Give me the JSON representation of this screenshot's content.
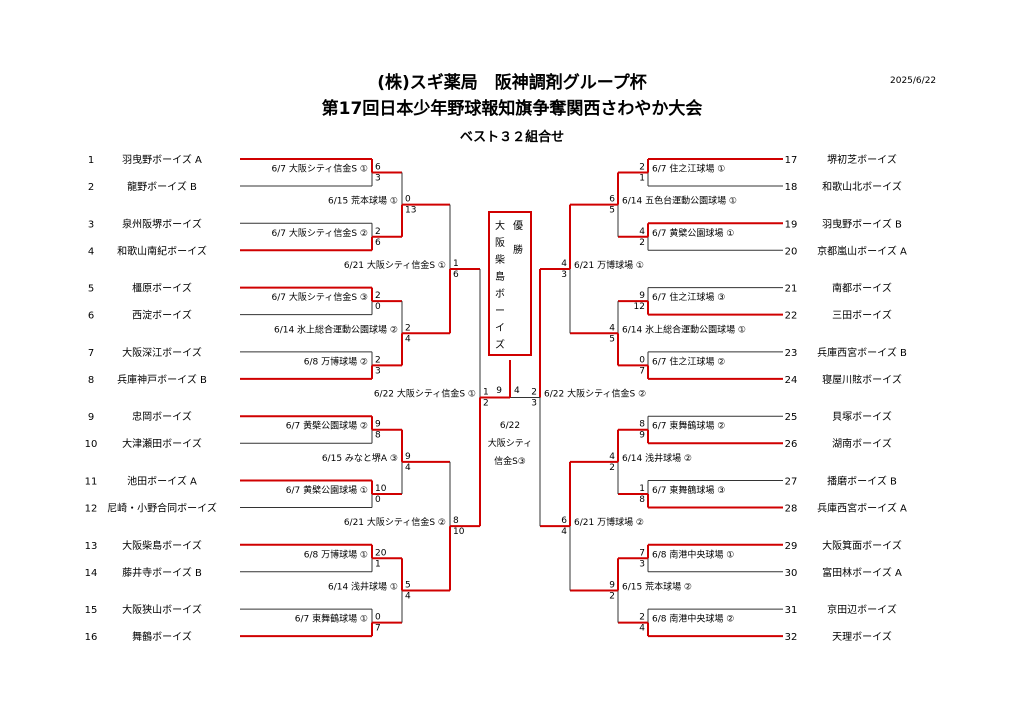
{
  "header": {
    "title1": "(株)スギ薬局　阪神調剤グループ杯",
    "title2": "第17回日本少年野球報知旗争奪関西さわやか大会",
    "subtitle": "ベスト３２組合せ",
    "date": "2025/6/22"
  },
  "champion": {
    "label": "優勝",
    "team": "大阪柴島ボーイズ"
  },
  "teams_left": [
    {
      "no": "1",
      "name": "羽曳野ボーイズ A"
    },
    {
      "no": "2",
      "name": "龍野ボーイズ B"
    },
    {
      "no": "3",
      "name": "泉州阪堺ボーイズ"
    },
    {
      "no": "4",
      "name": "和歌山南紀ボーイズ"
    },
    {
      "no": "5",
      "name": "橿原ボーイズ"
    },
    {
      "no": "6",
      "name": "西淀ボーイズ"
    },
    {
      "no": "7",
      "name": "大阪深江ボーイズ"
    },
    {
      "no": "8",
      "name": "兵庫神戸ボーイズ B"
    },
    {
      "no": "9",
      "name": "忠岡ボーイズ"
    },
    {
      "no": "10",
      "name": "大津瀬田ボーイズ"
    },
    {
      "no": "11",
      "name": "池田ボーイズ A"
    },
    {
      "no": "12",
      "name": "尼崎・小野合同ボーイズ"
    },
    {
      "no": "13",
      "name": "大阪柴島ボーイズ"
    },
    {
      "no": "14",
      "name": "藤井寺ボーイズ B"
    },
    {
      "no": "15",
      "name": "大阪狭山ボーイズ"
    },
    {
      "no": "16",
      "name": "舞鶴ボーイズ"
    }
  ],
  "teams_right": [
    {
      "no": "17",
      "name": "堺初芝ボーイズ"
    },
    {
      "no": "18",
      "name": "和歌山北ボーイズ"
    },
    {
      "no": "19",
      "name": "羽曳野ボーイズ B"
    },
    {
      "no": "20",
      "name": "京都嵐山ボーイズ A"
    },
    {
      "no": "21",
      "name": "南都ボーイズ"
    },
    {
      "no": "22",
      "name": "三田ボーイズ"
    },
    {
      "no": "23",
      "name": "兵庫西宮ボーイズ B"
    },
    {
      "no": "24",
      "name": "寝屋川䝮ボーイズ"
    },
    {
      "no": "25",
      "name": "貝塚ボーイズ"
    },
    {
      "no": "26",
      "name": "湖南ボーイズ"
    },
    {
      "no": "27",
      "name": "播磨ボーイズ B"
    },
    {
      "no": "28",
      "name": "兵庫西宮ボーイズ A"
    },
    {
      "no": "29",
      "name": "大阪箕面ボーイズ"
    },
    {
      "no": "30",
      "name": "富田林ボーイズ A"
    },
    {
      "no": "31",
      "name": "京田辺ボーイズ"
    },
    {
      "no": "32",
      "name": "天理ボーイズ"
    }
  ],
  "left_r1": [
    {
      "venue": "6/7 大阪シティ信金S ①",
      "s1": "6",
      "s2": "3",
      "winner": "top"
    },
    {
      "venue": "6/7 大阪シティ信金S ②",
      "s1": "2",
      "s2": "6",
      "winner": "bottom"
    },
    {
      "venue": "6/7 大阪シティ信金S ③",
      "s1": "2",
      "s2": "0",
      "winner": "top"
    },
    {
      "venue": "6/8 万博球場 ②",
      "s1": "2",
      "s2": "3",
      "winner": "bottom"
    },
    {
      "venue": "6/7 黄檗公園球場 ②",
      "s1": "9",
      "s2": "8",
      "winner": "top"
    },
    {
      "venue": "6/7 黄檗公園球場 ①",
      "s1": "10",
      "s2": "0",
      "winner": "top"
    },
    {
      "venue": "6/8 万博球場 ①",
      "s1": "20",
      "s2": "1",
      "winner": "top"
    },
    {
      "venue": "6/7 東舞鶴球場 ①",
      "s1": "0",
      "s2": "7",
      "winner": "bottom"
    }
  ],
  "left_r2": [
    {
      "venue": "6/15 荒本球場 ①",
      "s1": "0",
      "s2": "13",
      "winner": "bottom"
    },
    {
      "venue": "6/14 氷上総合運動公園球場 ②",
      "s1": "2",
      "s2": "4",
      "winner": "bottom"
    },
    {
      "venue": "6/15 みなと堺A ③",
      "s1": "9",
      "s2": "4",
      "winner": "top"
    },
    {
      "venue": "6/14 浅井球場 ①",
      "s1": "5",
      "s2": "4",
      "winner": "top"
    }
  ],
  "left_r3": [
    {
      "venue": "6/21 大阪シティ信金S ①",
      "s1": "1",
      "s2": "6",
      "winner": "bottom"
    },
    {
      "venue": "6/21 大阪シティ信金S ②",
      "s1": "8",
      "s2": "10",
      "winner": "bottom"
    }
  ],
  "left_r4": {
    "venue": "6/22 大阪シティ信金S ①",
    "s1": "1",
    "s2": "2",
    "winner": "bottom"
  },
  "right_r1": [
    {
      "venue": "6/7 住之江球場 ①",
      "s1": "2",
      "s2": "1",
      "winner": "top"
    },
    {
      "venue": "6/7 黄檗公園球場 ①",
      "s1": "4",
      "s2": "2",
      "winner": "top"
    },
    {
      "venue": "6/7 住之江球場 ③",
      "s1": "9",
      "s2": "12",
      "winner": "bottom"
    },
    {
      "venue": "6/7 住之江球場 ②",
      "s1": "0",
      "s2": "7",
      "winner": "bottom"
    },
    {
      "venue": "6/7 東舞鶴球場 ②",
      "s1": "8",
      "s2": "9",
      "winner": "bottom"
    },
    {
      "venue": "6/7 東舞鶴球場 ③",
      "s1": "1",
      "s2": "8",
      "winner": "bottom"
    },
    {
      "venue": "6/8 南港中央球場 ①",
      "s1": "7",
      "s2": "3",
      "winner": "top"
    },
    {
      "venue": "6/8 南港中央球場 ②",
      "s1": "2",
      "s2": "4",
      "winner": "bottom"
    }
  ],
  "right_r2": [
    {
      "venue": "6/14 五色台運動公園球場 ①",
      "s1": "6",
      "s2": "5",
      "winner": "top"
    },
    {
      "venue": "6/14 氷上総合運動公園球場 ①",
      "s1": "4",
      "s2": "5",
      "winner": "bottom"
    },
    {
      "venue": "6/14 浅井球場 ②",
      "s1": "4",
      "s2": "2",
      "winner": "top"
    },
    {
      "venue": "6/15 荒本球場 ②",
      "s1": "9",
      "s2": "2",
      "winner": "top"
    }
  ],
  "right_r3": [
    {
      "venue": "6/21 万博球場 ①",
      "s1": "4",
      "s2": "3",
      "winner": "top"
    },
    {
      "venue": "6/21 万博球場 ②",
      "s1": "6",
      "s2": "4",
      "winner": "top"
    }
  ],
  "right_r4": {
    "venue": "6/22 大阪シティ信金S ②",
    "s1": "2",
    "s2": "3",
    "winner": "top"
  },
  "final": {
    "venue_lines": [
      "6/22",
      "大阪シティ",
      "信金S③"
    ],
    "s_left": "9",
    "s_right": "4"
  }
}
